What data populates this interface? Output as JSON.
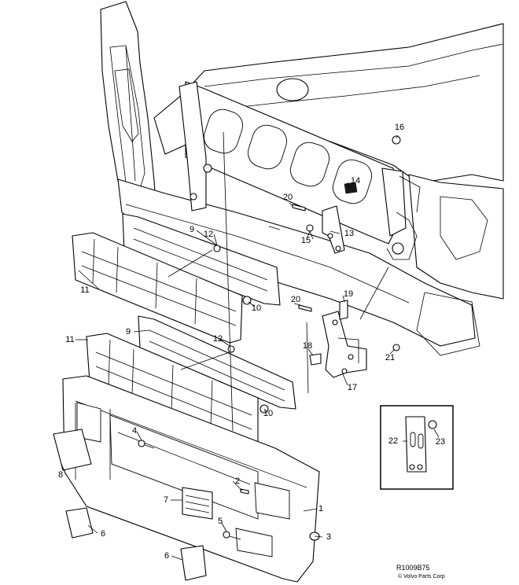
{
  "diagram": {
    "reference_number": "R1009B75",
    "copyright": "© Volvo Parts Corp",
    "callouts": {
      "c1": "1",
      "c2": "2",
      "c3": "3",
      "c4": "4",
      "c5": "5",
      "c6a": "6",
      "c6b": "6",
      "c7": "7",
      "c8": "8",
      "c9a": "9",
      "c9b": "9",
      "c10a": "10",
      "c10b": "10",
      "c11a": "11",
      "c11b": "11",
      "c12a": "12",
      "c12b": "12",
      "c13": "13",
      "c14": "14",
      "c15": "15",
      "c16": "16",
      "c17": "17",
      "c18": "18",
      "c19": "19",
      "c20a": "20",
      "c20b": "20",
      "c21": "21",
      "c22": "22",
      "c23": "23"
    }
  }
}
